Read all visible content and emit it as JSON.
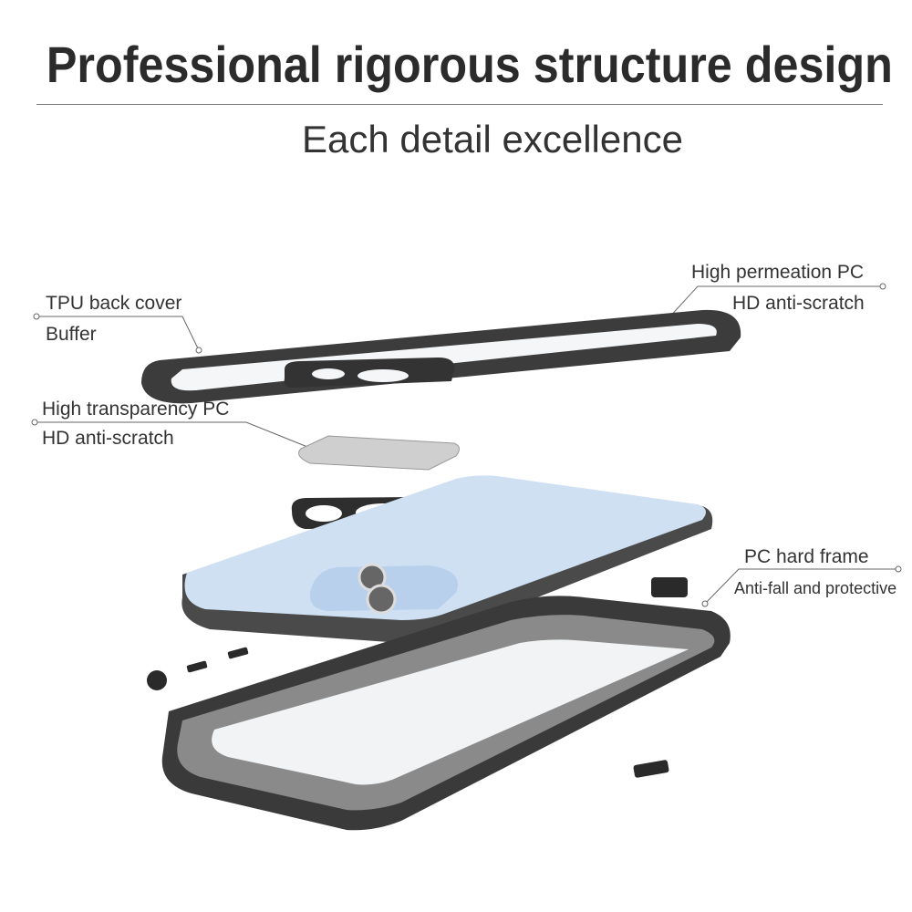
{
  "header": {
    "title": "Professional rigorous structure design",
    "subtitle": "Each detail excellence"
  },
  "callouts": {
    "tpu": {
      "line1": "TPU back cover",
      "line2": "Buffer"
    },
    "permeation": {
      "line1": "High permeation PC",
      "line2": "HD anti-scratch"
    },
    "transparency": {
      "line1": "High  transparency PC",
      "line2": "HD anti-scratch"
    },
    "frame": {
      "line1": "PC hard frame",
      "line2": "Anti-fall and protective"
    }
  },
  "colors": {
    "case_dark": "#3a3a3a",
    "phone_blue": "#cfe0f3",
    "frame_gray": "#8a8a8a"
  }
}
